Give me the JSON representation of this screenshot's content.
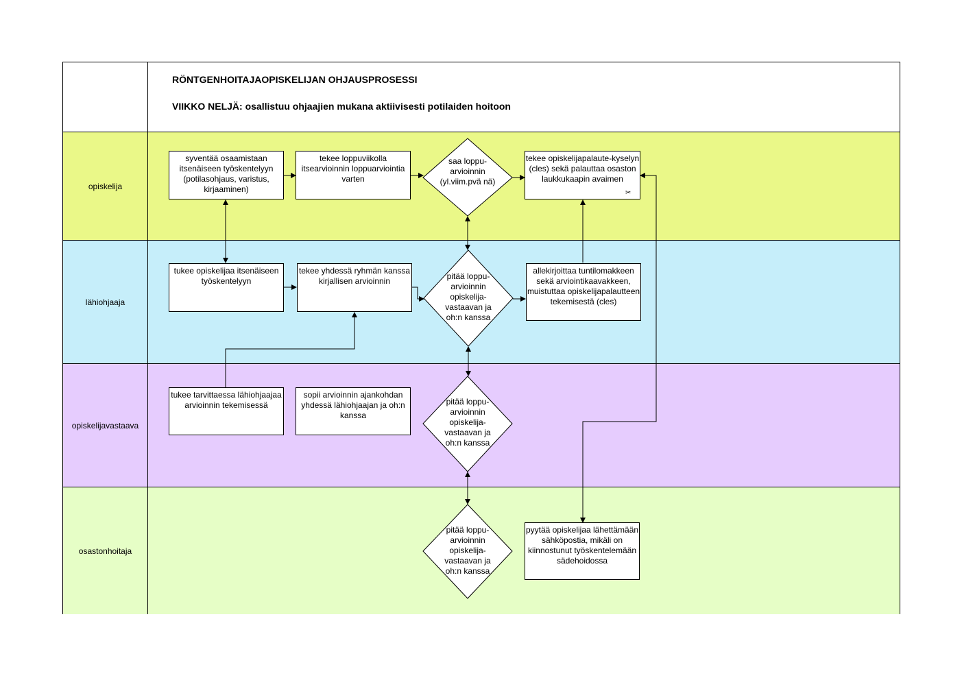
{
  "header": {
    "title": "RÖNTGENHOITAJAOPISKELIJAN OHJAUSPROSESSI",
    "subtitle": "VIIKKO NELJÄ: osallistuu ohjaajien mukana aktiivisesti potilaiden hoitoon"
  },
  "colors": {
    "lane_opiskelija": "#eaf888",
    "lane_lahiohjaaja": "#c6eefa",
    "lane_opiskelijavastaava": "#e6ccfe",
    "lane_osastonhoitaja": "#e6fec6"
  },
  "lanes": [
    {
      "label": "opiskelija"
    },
    {
      "label": "lähiohjaaja"
    },
    {
      "label": "opiskelijavastaava"
    },
    {
      "label": "osastonhoitaja"
    }
  ],
  "nodes": {
    "opiskelija_1": "syventää osaamistaan itsenäiseen työskentelyyn (potilasohjaus, varistus, kirjaaminen)",
    "opiskelija_2": "tekee loppuviikolla itsearvioinnin loppuarviointia varten",
    "opiskelija_decision": "saa loppu-arvioinnin (yl.viim.pvä nä)",
    "opiskelija_3": "tekee opiskelijapalaute-kyselyn (cles) sekä palauttaa osaston laukkukaapin avaimen",
    "lahiohjaaja_1": "tukee opiskelijaa itsenäiseen työskentelyyn",
    "lahiohjaaja_2": "tekee yhdessä ryhmän kanssa kirjallisen arvioinnin",
    "lahiohjaaja_decision": "pitää loppu-arvioinnin opiskelija-vastaavan ja oh:n kanssa",
    "lahiohjaaja_3": "allekirjoittaa tuntilomakkeen sekä arviointikaavakkeen, muistuttaa opiskelijapalautteen tekemisestä (cles)",
    "opiskelijavastaava_1": "tukee tarvittaessa lähiohjaajaa arvioinnin tekemisessä",
    "opiskelijavastaava_2": "sopii arvioinnin ajankohdan yhdessä lähiohjaajan ja oh:n kanssa",
    "opiskelijavastaava_decision": "pitää loppu-arvioinnin opiskelija-vastaavan ja oh:n kanssa",
    "osastonhoitaja_decision": "pitää loppu-arvioinnin opiskelija-vastaavan ja oh:n kanssa",
    "osastonhoitaja_1": "pyytää opiskelijaa lähettämään sähköpostia, mikäli on kiinnostunut työskentelemään sädehoidossa"
  }
}
